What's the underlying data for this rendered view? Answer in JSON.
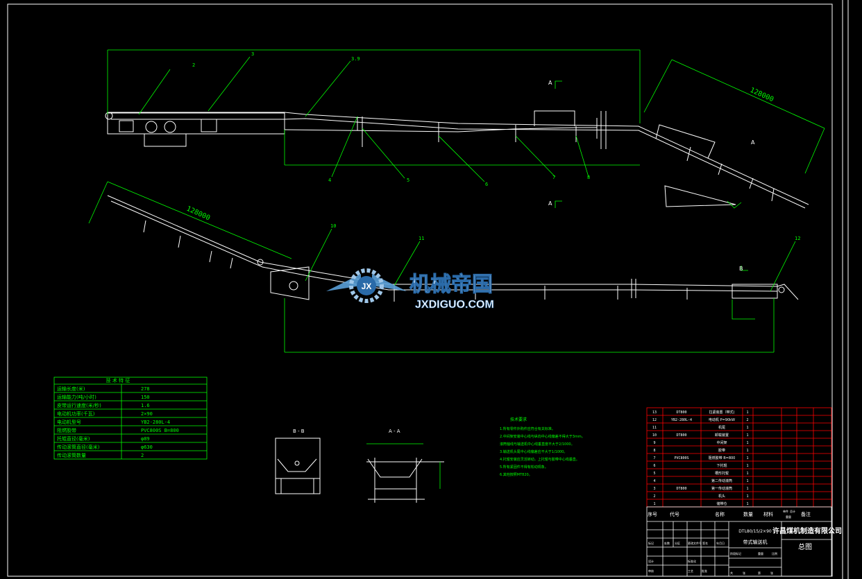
{
  "colors": {
    "background": "#000000",
    "frame": "#ffffff",
    "geometry": "#ffffff",
    "leader": "#00ff00",
    "dimension": "#00ff00",
    "text": "#00ff00",
    "bom_frame": "#ff0000",
    "title_text": "#ffffff",
    "logo_accent": "#5aa0d8"
  },
  "dimensions": {
    "incline_upper": "128000",
    "incline_lower": "128000"
  },
  "part_callouts": [
    "2",
    "3",
    "3.9",
    "4",
    "5",
    "6",
    "7",
    "8",
    "10",
    "11",
    "12"
  ],
  "section_markers": {
    "a_top": "A",
    "a_bottom": "A",
    "a_right": "A",
    "b_right": "B",
    "view_b": "B - B",
    "view_a": "A - A"
  },
  "tech_table": {
    "title": "技 术 特 征",
    "rows": [
      {
        "label": "运输长度(米)",
        "value": "278"
      },
      {
        "label": "运输能力(吨/小时)",
        "value": "150"
      },
      {
        "label": "皮带运行速度(米/秒)",
        "value": "1.6"
      },
      {
        "label": "电动机功率(千瓦)",
        "value": "2×90"
      },
      {
        "label": "电动机型号",
        "value": "YB2-280L-4"
      },
      {
        "label": "阻燃胶带",
        "value": "PVC800S B=800"
      },
      {
        "label": "托辊直径(毫米)",
        "value": "φ89"
      },
      {
        "label": "传动滚筒直径(毫米)",
        "value": "φ630"
      },
      {
        "label": "传动滚筒数量",
        "value": "2"
      }
    ]
  },
  "notes": {
    "title": "技术要求",
    "lines": [
      "1.所有零件外购件应符合有关标准。",
      "2.中间架安装中心线与纵向中心线偏差不得大于3mm。",
      "   滚筒轴线与输送机中心线垂直度不大于2/1000。",
      "3.输送机头尾中心线偏差应不大于1/1000。",
      "4.托辊安装应灵活转动，上托辊与胶带中心线垂直。",
      "5.所有紧固件不得有松动现象。",
      "6.其他按照MT820。"
    ]
  },
  "bom": {
    "rows": [
      {
        "no": "13",
        "code": "DT800",
        "name": "拉紧装置（带式)",
        "qty": "1"
      },
      {
        "no": "12",
        "code": "YB2-280L-4",
        "name": "电动机 P=90kW",
        "qty": "2"
      },
      {
        "no": "11",
        "code": "",
        "name": "机尾",
        "qty": "1"
      },
      {
        "no": "10",
        "code": "DT800",
        "name": "卸载装置",
        "qty": "1"
      },
      {
        "no": "9",
        "code": "",
        "name": "中间架",
        "qty": "1"
      },
      {
        "no": "8",
        "code": "",
        "name": "胶带",
        "qty": "1"
      },
      {
        "no": "7",
        "code": "PVC800S",
        "name": "阻燃胶带 B=800",
        "qty": "1"
      },
      {
        "no": "6",
        "code": "",
        "name": "下托辊",
        "qty": "1"
      },
      {
        "no": "5",
        "code": "",
        "name": "槽形托辊",
        "qty": "1"
      },
      {
        "no": "4",
        "code": "",
        "name": "第二传动滚筒",
        "qty": "1"
      },
      {
        "no": "3",
        "code": "DT800",
        "name": "第一传动滚筒",
        "qty": "1"
      },
      {
        "no": "2",
        "code": "",
        "name": "机头",
        "qty": "1"
      },
      {
        "no": "1",
        "code": "",
        "name": "储带仓",
        "qty": "1"
      }
    ],
    "header": {
      "no": "序号",
      "code": "代号",
      "name": "名称",
      "qty": "数量",
      "material": "材料",
      "single": "单件",
      "total": "总计",
      "weight": "重量",
      "remark": "备注"
    }
  },
  "title_block": {
    "model": "DTL80/15/2×90",
    "product": "带式输送机",
    "company": "许昌煤机制造有限公司",
    "drawing": "总图",
    "small_labels": [
      "标记",
      "处数",
      "分区",
      "更改文件号",
      "签名",
      "年月日",
      "设计",
      "标准化",
      "阶段标记",
      "重量",
      "比例",
      "审核",
      "工艺",
      "批准",
      "共",
      "张",
      "第",
      "张"
    ]
  },
  "watermark": {
    "cn": "机械帝国",
    "en": "JXDIGUO.COM",
    "badge": "JX"
  }
}
